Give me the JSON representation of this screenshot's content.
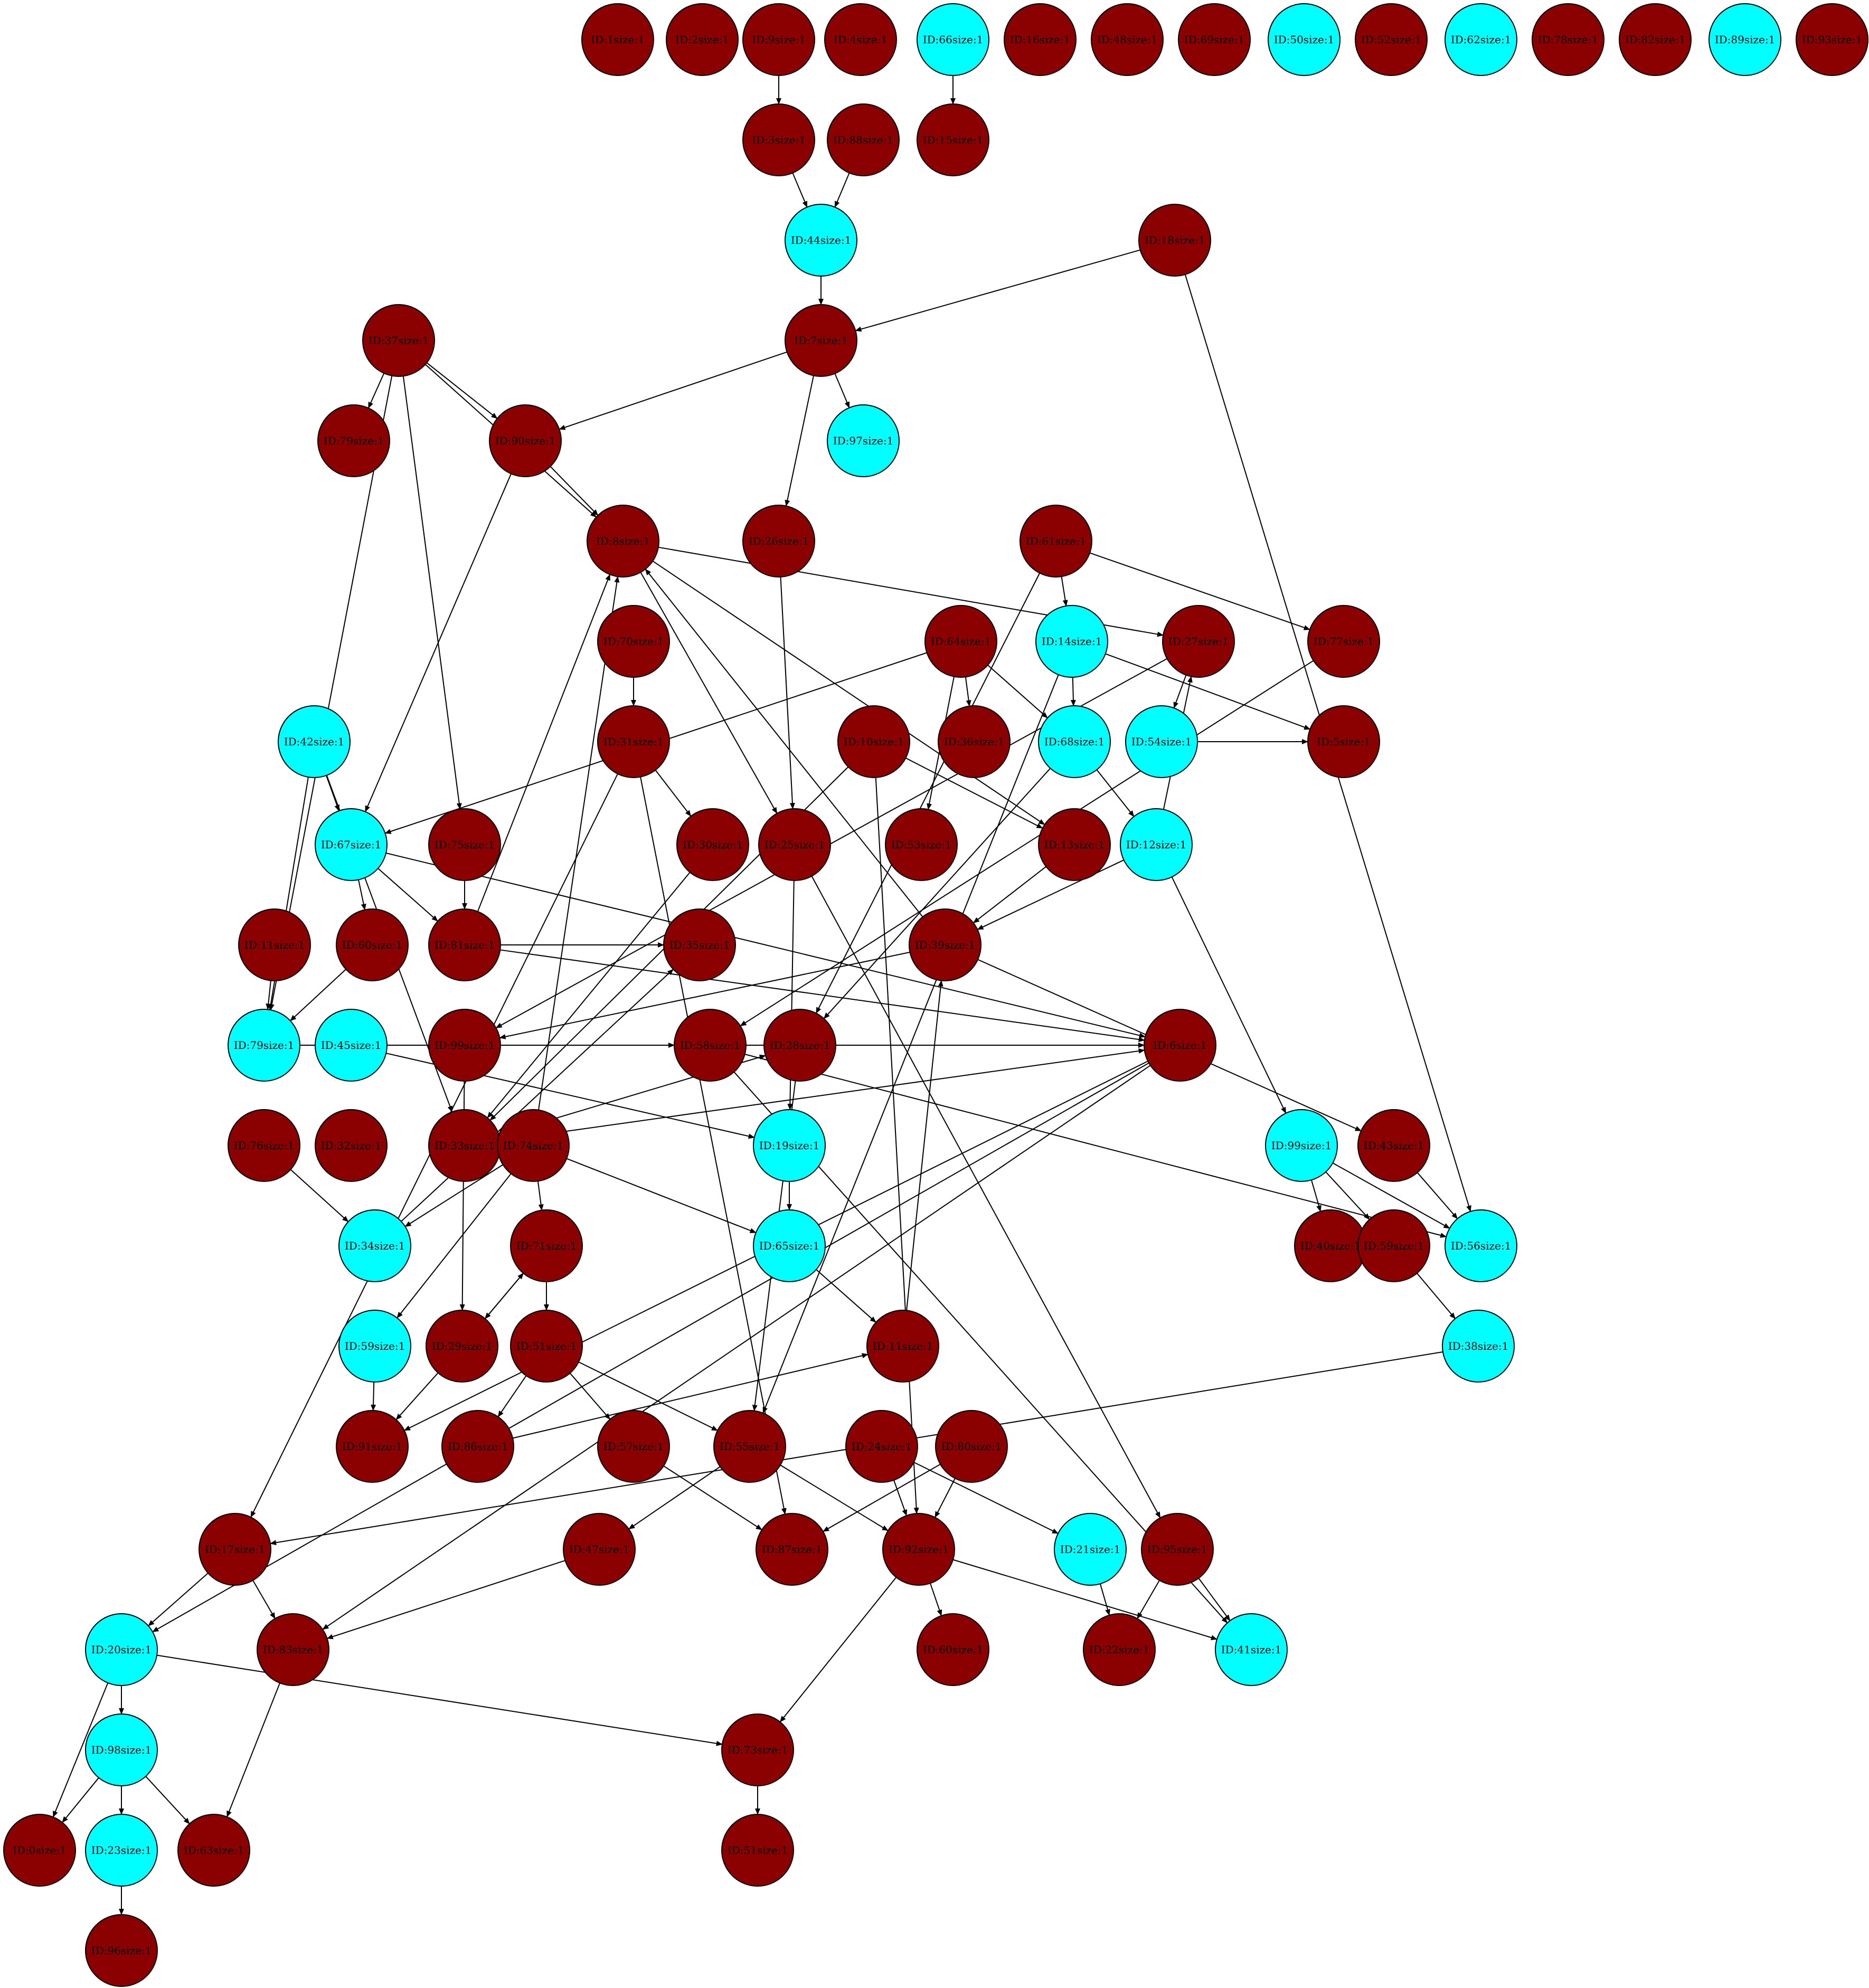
{
  "colors": {
    "dark_node_fill": "#8b0000",
    "light_node_fill": "#00ffff",
    "node_stroke": "#000000",
    "edge_stroke": "#000000",
    "dark_label": "#000000",
    "light_label": "#000000"
  },
  "nodes": [
    {
      "id": "n1",
      "label": "ID:1size:1",
      "fill": "dark"
    },
    {
      "id": "n2",
      "label": "ID:2size:1",
      "fill": "dark"
    },
    {
      "id": "n9",
      "label": "ID:9size:1",
      "fill": "dark"
    },
    {
      "id": "n4",
      "label": "ID:4size:1",
      "fill": "dark"
    },
    {
      "id": "n66",
      "label": "ID:66size:1",
      "fill": "light"
    },
    {
      "id": "n16",
      "label": "ID:16size:1",
      "fill": "dark"
    },
    {
      "id": "n48",
      "label": "ID:48size:1",
      "fill": "dark"
    },
    {
      "id": "n69",
      "label": "ID:69size:1",
      "fill": "dark"
    },
    {
      "id": "n50",
      "label": "ID:50size:1",
      "fill": "light"
    },
    {
      "id": "n52",
      "label": "ID:52size:1",
      "fill": "dark"
    },
    {
      "id": "n62",
      "label": "ID:62size:1",
      "fill": "light"
    },
    {
      "id": "n78",
      "label": "ID:78size:1",
      "fill": "dark"
    },
    {
      "id": "n82",
      "label": "ID:82size:1",
      "fill": "dark"
    },
    {
      "id": "n89",
      "label": "ID:89size:1",
      "fill": "light"
    },
    {
      "id": "n93",
      "label": "ID:93size:1",
      "fill": "dark"
    },
    {
      "id": "n3",
      "label": "ID:3size:1",
      "fill": "dark"
    },
    {
      "id": "n88",
      "label": "ID:88size:1",
      "fill": "dark"
    },
    {
      "id": "n15",
      "label": "ID:15size:1",
      "fill": "dark"
    },
    {
      "id": "n44",
      "label": "ID:44size:1",
      "fill": "light"
    },
    {
      "id": "n18",
      "label": "ID:18size:1",
      "fill": "dark"
    },
    {
      "id": "n37",
      "label": "ID:37size:1",
      "fill": "dark"
    },
    {
      "id": "n7",
      "label": "ID:7size:1",
      "fill": "dark"
    },
    {
      "id": "n79b",
      "label": "ID:79size:1",
      "fill": "dark"
    },
    {
      "id": "n90",
      "label": "ID:90size:1",
      "fill": "dark"
    },
    {
      "id": "n97",
      "label": "ID:97size:1",
      "fill": "light"
    },
    {
      "id": "n8",
      "label": "ID:8size:1",
      "fill": "dark"
    },
    {
      "id": "n26",
      "label": "ID:26size:1",
      "fill": "dark"
    },
    {
      "id": "n61",
      "label": "ID:61size:1",
      "fill": "dark"
    },
    {
      "id": "n70",
      "label": "ID:70size:1",
      "fill": "dark"
    },
    {
      "id": "n64",
      "label": "ID:64size:1",
      "fill": "dark"
    },
    {
      "id": "n14",
      "label": "ID:14size:1",
      "fill": "light"
    },
    {
      "id": "n27",
      "label": "ID:27size:1",
      "fill": "dark"
    },
    {
      "id": "n77",
      "label": "ID:77size:1",
      "fill": "dark"
    },
    {
      "id": "n42",
      "label": "ID:42size:1",
      "fill": "light"
    },
    {
      "id": "n31",
      "label": "ID:31size:1",
      "fill": "dark"
    },
    {
      "id": "n10",
      "label": "ID:10size:1",
      "fill": "dark"
    },
    {
      "id": "n36",
      "label": "ID:36size:1",
      "fill": "dark"
    },
    {
      "id": "n68",
      "label": "ID:68size:1",
      "fill": "light"
    },
    {
      "id": "n54",
      "label": "ID:54size:1",
      "fill": "light"
    },
    {
      "id": "n5",
      "label": "ID:5size:1",
      "fill": "dark"
    },
    {
      "id": "n67",
      "label": "ID:67size:1",
      "fill": "light"
    },
    {
      "id": "n75",
      "label": "ID:75size:1",
      "fill": "dark"
    },
    {
      "id": "n30",
      "label": "ID:30size:1",
      "fill": "dark"
    },
    {
      "id": "n25",
      "label": "ID:25size:1",
      "fill": "dark"
    },
    {
      "id": "n53",
      "label": "ID:53size:1",
      "fill": "dark"
    },
    {
      "id": "n13",
      "label": "ID:13size:1",
      "fill": "dark"
    },
    {
      "id": "n12",
      "label": "ID:12size:1",
      "fill": "light"
    },
    {
      "id": "n11",
      "label": "ID:11size:1",
      "fill": "dark"
    },
    {
      "id": "n60",
      "label": "ID:60size:1",
      "fill": "dark"
    },
    {
      "id": "n81",
      "label": "ID:81size:1",
      "fill": "dark"
    },
    {
      "id": "n35",
      "label": "ID:35size:1",
      "fill": "dark"
    },
    {
      "id": "n39",
      "label": "ID:39size:1",
      "fill": "dark"
    },
    {
      "id": "n79",
      "label": "ID:79size:1",
      "fill": "light"
    },
    {
      "id": "n45",
      "label": "ID:45size:1",
      "fill": "light"
    },
    {
      "id": "n99",
      "label": "ID:99size:1",
      "fill": "dark"
    },
    {
      "id": "n58",
      "label": "ID:58size:1",
      "fill": "dark"
    },
    {
      "id": "n28",
      "label": "ID:28size:1",
      "fill": "dark"
    },
    {
      "id": "n6",
      "label": "ID:6size:1",
      "fill": "dark"
    },
    {
      "id": "n76",
      "label": "ID:76size:1",
      "fill": "dark"
    },
    {
      "id": "n32",
      "label": "ID:32size:1",
      "fill": "dark"
    },
    {
      "id": "n33",
      "label": "ID:33size:1",
      "fill": "dark"
    },
    {
      "id": "n74",
      "label": "ID:74size:1",
      "fill": "dark"
    },
    {
      "id": "n19",
      "label": "ID:19size:1",
      "fill": "light"
    },
    {
      "id": "n99l",
      "label": "ID:99size:1",
      "fill": "light"
    },
    {
      "id": "n43",
      "label": "ID:43size:1",
      "fill": "dark"
    },
    {
      "id": "n34",
      "label": "ID:34size:1",
      "fill": "light"
    },
    {
      "id": "n71",
      "label": "ID:71size:1",
      "fill": "dark"
    },
    {
      "id": "n65",
      "label": "ID:65size:1",
      "fill": "light"
    },
    {
      "id": "n40",
      "label": "ID:40size:1",
      "fill": "dark"
    },
    {
      "id": "n59b",
      "label": "ID:59size:1",
      "fill": "dark"
    },
    {
      "id": "n56",
      "label": "ID:56size:1",
      "fill": "light"
    },
    {
      "id": "n59",
      "label": "ID:59size:1",
      "fill": "light"
    },
    {
      "id": "n29",
      "label": "ID:29size:1",
      "fill": "dark"
    },
    {
      "id": "n51",
      "label": "ID:51size:1",
      "fill": "dark"
    },
    {
      "id": "n1x",
      "label": "ID:11size:1",
      "fill": "dark"
    },
    {
      "id": "n38",
      "label": "ID:38size:1",
      "fill": "light"
    },
    {
      "id": "n91",
      "label": "ID:91size:1",
      "fill": "dark"
    },
    {
      "id": "n86",
      "label": "ID:86size:1",
      "fill": "dark"
    },
    {
      "id": "n57",
      "label": "ID:57size:1",
      "fill": "dark"
    },
    {
      "id": "n55",
      "label": "ID:55size:1",
      "fill": "dark"
    },
    {
      "id": "n24",
      "label": "ID:24size:1",
      "fill": "dark"
    },
    {
      "id": "n80",
      "label": "ID:80size:1",
      "fill": "dark"
    },
    {
      "id": "n17",
      "label": "ID:17size:1",
      "fill": "dark"
    },
    {
      "id": "n47",
      "label": "ID:47size:1",
      "fill": "dark"
    },
    {
      "id": "n87",
      "label": "ID:87size:1",
      "fill": "dark"
    },
    {
      "id": "n92",
      "label": "ID:92size:1",
      "fill": "dark"
    },
    {
      "id": "n21",
      "label": "ID:21size:1",
      "fill": "light"
    },
    {
      "id": "n95",
      "label": "ID:95size:1",
      "fill": "dark"
    },
    {
      "id": "n20",
      "label": "ID:20size:1",
      "fill": "light"
    },
    {
      "id": "n83",
      "label": "ID:83size:1",
      "fill": "dark"
    },
    {
      "id": "n60b",
      "label": "ID:60size:1",
      "fill": "dark"
    },
    {
      "id": "n22",
      "label": "ID:22size:1",
      "fill": "dark"
    },
    {
      "id": "n41",
      "label": "ID:41size:1",
      "fill": "light"
    },
    {
      "id": "n98",
      "label": "ID:98size:1",
      "fill": "light"
    },
    {
      "id": "n73",
      "label": "ID:73size:1",
      "fill": "dark"
    },
    {
      "id": "n0",
      "label": "ID:0size:1",
      "fill": "dark"
    },
    {
      "id": "n23",
      "label": "ID:23size:1",
      "fill": "light"
    },
    {
      "id": "n63",
      "label": "ID:63size:1",
      "fill": "dark"
    },
    {
      "id": "n51b",
      "label": "ID:51size:1",
      "fill": "dark"
    },
    {
      "id": "n96",
      "label": "ID:96size:1",
      "fill": "dark"
    }
  ],
  "edges": [
    {
      "from": "n9",
      "to": "n3"
    },
    {
      "from": "n66",
      "to": "n15"
    },
    {
      "from": "n3",
      "to": "n44"
    },
    {
      "from": "n88",
      "to": "n44"
    },
    {
      "from": "n44",
      "to": "n7"
    },
    {
      "from": "n18",
      "to": "n7"
    },
    {
      "from": "n18",
      "to": "n56"
    },
    {
      "from": "n7",
      "to": "n90"
    },
    {
      "from": "n7",
      "to": "n97"
    },
    {
      "from": "n7",
      "to": "n26"
    },
    {
      "from": "n37",
      "to": "n79b"
    },
    {
      "from": "n37",
      "to": "n90"
    },
    {
      "from": "n37",
      "to": "n8"
    },
    {
      "from": "n37",
      "to": "n75"
    },
    {
      "from": "n37",
      "to": "n79"
    },
    {
      "from": "n90",
      "to": "n8"
    },
    {
      "from": "n90",
      "to": "n67"
    },
    {
      "from": "n8",
      "to": "n27"
    },
    {
      "from": "n8",
      "to": "n25"
    },
    {
      "from": "n8",
      "to": "n13"
    },
    {
      "from": "n26",
      "to": "n25"
    },
    {
      "from": "n61",
      "to": "n14"
    },
    {
      "from": "n61",
      "to": "n77"
    },
    {
      "from": "n61",
      "to": "n28"
    },
    {
      "from": "n70",
      "to": "n31"
    },
    {
      "from": "n64",
      "to": "n67"
    },
    {
      "from": "n64",
      "to": "n36"
    },
    {
      "from": "n64",
      "to": "n68"
    },
    {
      "from": "n64",
      "to": "n53"
    },
    {
      "from": "n14",
      "to": "n68"
    },
    {
      "from": "n14",
      "to": "n5"
    },
    {
      "from": "n14",
      "to": "n55"
    },
    {
      "from": "n27",
      "to": "n54"
    },
    {
      "from": "n27",
      "to": "n99"
    },
    {
      "from": "n77",
      "to": "n58"
    },
    {
      "from": "n42",
      "to": "n67"
    },
    {
      "from": "n42",
      "to": "n33"
    },
    {
      "from": "n42",
      "to": "n79"
    },
    {
      "from": "n31",
      "to": "n30"
    },
    {
      "from": "n31",
      "to": "n87"
    },
    {
      "from": "n31",
      "to": "n17"
    },
    {
      "from": "n10",
      "to": "n13"
    },
    {
      "from": "n10",
      "to": "n33"
    },
    {
      "from": "n10",
      "to": "n92"
    },
    {
      "from": "n68",
      "to": "n12"
    },
    {
      "from": "n68",
      "to": "n28"
    },
    {
      "from": "n54",
      "to": "n5"
    },
    {
      "from": "n67",
      "to": "n81"
    },
    {
      "from": "n67",
      "to": "n60"
    },
    {
      "from": "n67",
      "to": "n6"
    },
    {
      "from": "n75",
      "to": "n81"
    },
    {
      "from": "n30",
      "to": "n33"
    },
    {
      "from": "n25",
      "to": "n19"
    },
    {
      "from": "n25",
      "to": "n95"
    },
    {
      "from": "n13",
      "to": "n39"
    },
    {
      "from": "n12",
      "to": "n27"
    },
    {
      "from": "n12",
      "to": "n39"
    },
    {
      "from": "n12",
      "to": "n99l"
    },
    {
      "from": "n11",
      "to": "n79"
    },
    {
      "from": "n60",
      "to": "n79"
    },
    {
      "from": "n81",
      "to": "n35"
    },
    {
      "from": "n81",
      "to": "n8"
    },
    {
      "from": "n81",
      "to": "n6"
    },
    {
      "from": "n39",
      "to": "n99"
    },
    {
      "from": "n39",
      "to": "n43"
    },
    {
      "from": "n39",
      "to": "n8"
    },
    {
      "from": "n79",
      "to": "n6"
    },
    {
      "from": "n45",
      "to": "n6"
    },
    {
      "from": "n45",
      "to": "n19"
    },
    {
      "from": "n99",
      "to": "n58"
    },
    {
      "from": "n99",
      "to": "n29"
    },
    {
      "from": "n58",
      "to": "n56"
    },
    {
      "from": "n58",
      "to": "n41"
    },
    {
      "from": "n33",
      "to": "n6"
    },
    {
      "from": "n33",
      "to": "n28"
    },
    {
      "from": "n28",
      "to": "n55"
    },
    {
      "from": "n6",
      "to": "n91"
    },
    {
      "from": "n6",
      "to": "n20"
    },
    {
      "from": "n6",
      "to": "n83"
    },
    {
      "from": "n76",
      "to": "n34"
    },
    {
      "from": "n74",
      "to": "n34"
    },
    {
      "from": "n74",
      "to": "n71"
    },
    {
      "from": "n74",
      "to": "n65"
    },
    {
      "from": "n74",
      "to": "n59"
    },
    {
      "from": "n74",
      "to": "n8"
    },
    {
      "from": "n19",
      "to": "n65"
    },
    {
      "from": "n99l",
      "to": "n59b"
    },
    {
      "from": "n99l",
      "to": "n56"
    },
    {
      "from": "n99l",
      "to": "n40"
    },
    {
      "from": "n43",
      "to": "n56"
    },
    {
      "from": "n34",
      "to": "n35"
    },
    {
      "from": "n71",
      "to": "n29"
    },
    {
      "from": "n71",
      "to": "n51"
    },
    {
      "from": "n65",
      "to": "n1x"
    },
    {
      "from": "n1x",
      "to": "n39"
    },
    {
      "from": "n59",
      "to": "n91"
    },
    {
      "from": "n29",
      "to": "n91"
    },
    {
      "from": "n29",
      "to": "n71"
    },
    {
      "from": "n51",
      "to": "n86"
    },
    {
      "from": "n51",
      "to": "n57"
    },
    {
      "from": "n51",
      "to": "n55"
    },
    {
      "from": "n59b",
      "to": "n38"
    },
    {
      "from": "n38",
      "to": "n17"
    },
    {
      "from": "n86",
      "to": "n1x"
    },
    {
      "from": "n57",
      "to": "n87"
    },
    {
      "from": "n55",
      "to": "n47"
    },
    {
      "from": "n55",
      "to": "n92"
    },
    {
      "from": "n24",
      "to": "n92"
    },
    {
      "from": "n24",
      "to": "n21"
    },
    {
      "from": "n80",
      "to": "n87"
    },
    {
      "from": "n80",
      "to": "n92"
    },
    {
      "from": "n17",
      "to": "n83"
    },
    {
      "from": "n17",
      "to": "n20"
    },
    {
      "from": "n47",
      "to": "n83"
    },
    {
      "from": "n92",
      "to": "n60b"
    },
    {
      "from": "n92",
      "to": "n41"
    },
    {
      "from": "n92",
      "to": "n73"
    },
    {
      "from": "n21",
      "to": "n22"
    },
    {
      "from": "n95",
      "to": "n22"
    },
    {
      "from": "n95",
      "to": "n41"
    },
    {
      "from": "n20",
      "to": "n98"
    },
    {
      "from": "n20",
      "to": "n0"
    },
    {
      "from": "n20",
      "to": "n73"
    },
    {
      "from": "n83",
      "to": "n63"
    },
    {
      "from": "n98",
      "to": "n0"
    },
    {
      "from": "n98",
      "to": "n23"
    },
    {
      "from": "n98",
      "to": "n63"
    },
    {
      "from": "n23",
      "to": "n96"
    },
    {
      "from": "n73",
      "to": "n51b"
    }
  ]
}
